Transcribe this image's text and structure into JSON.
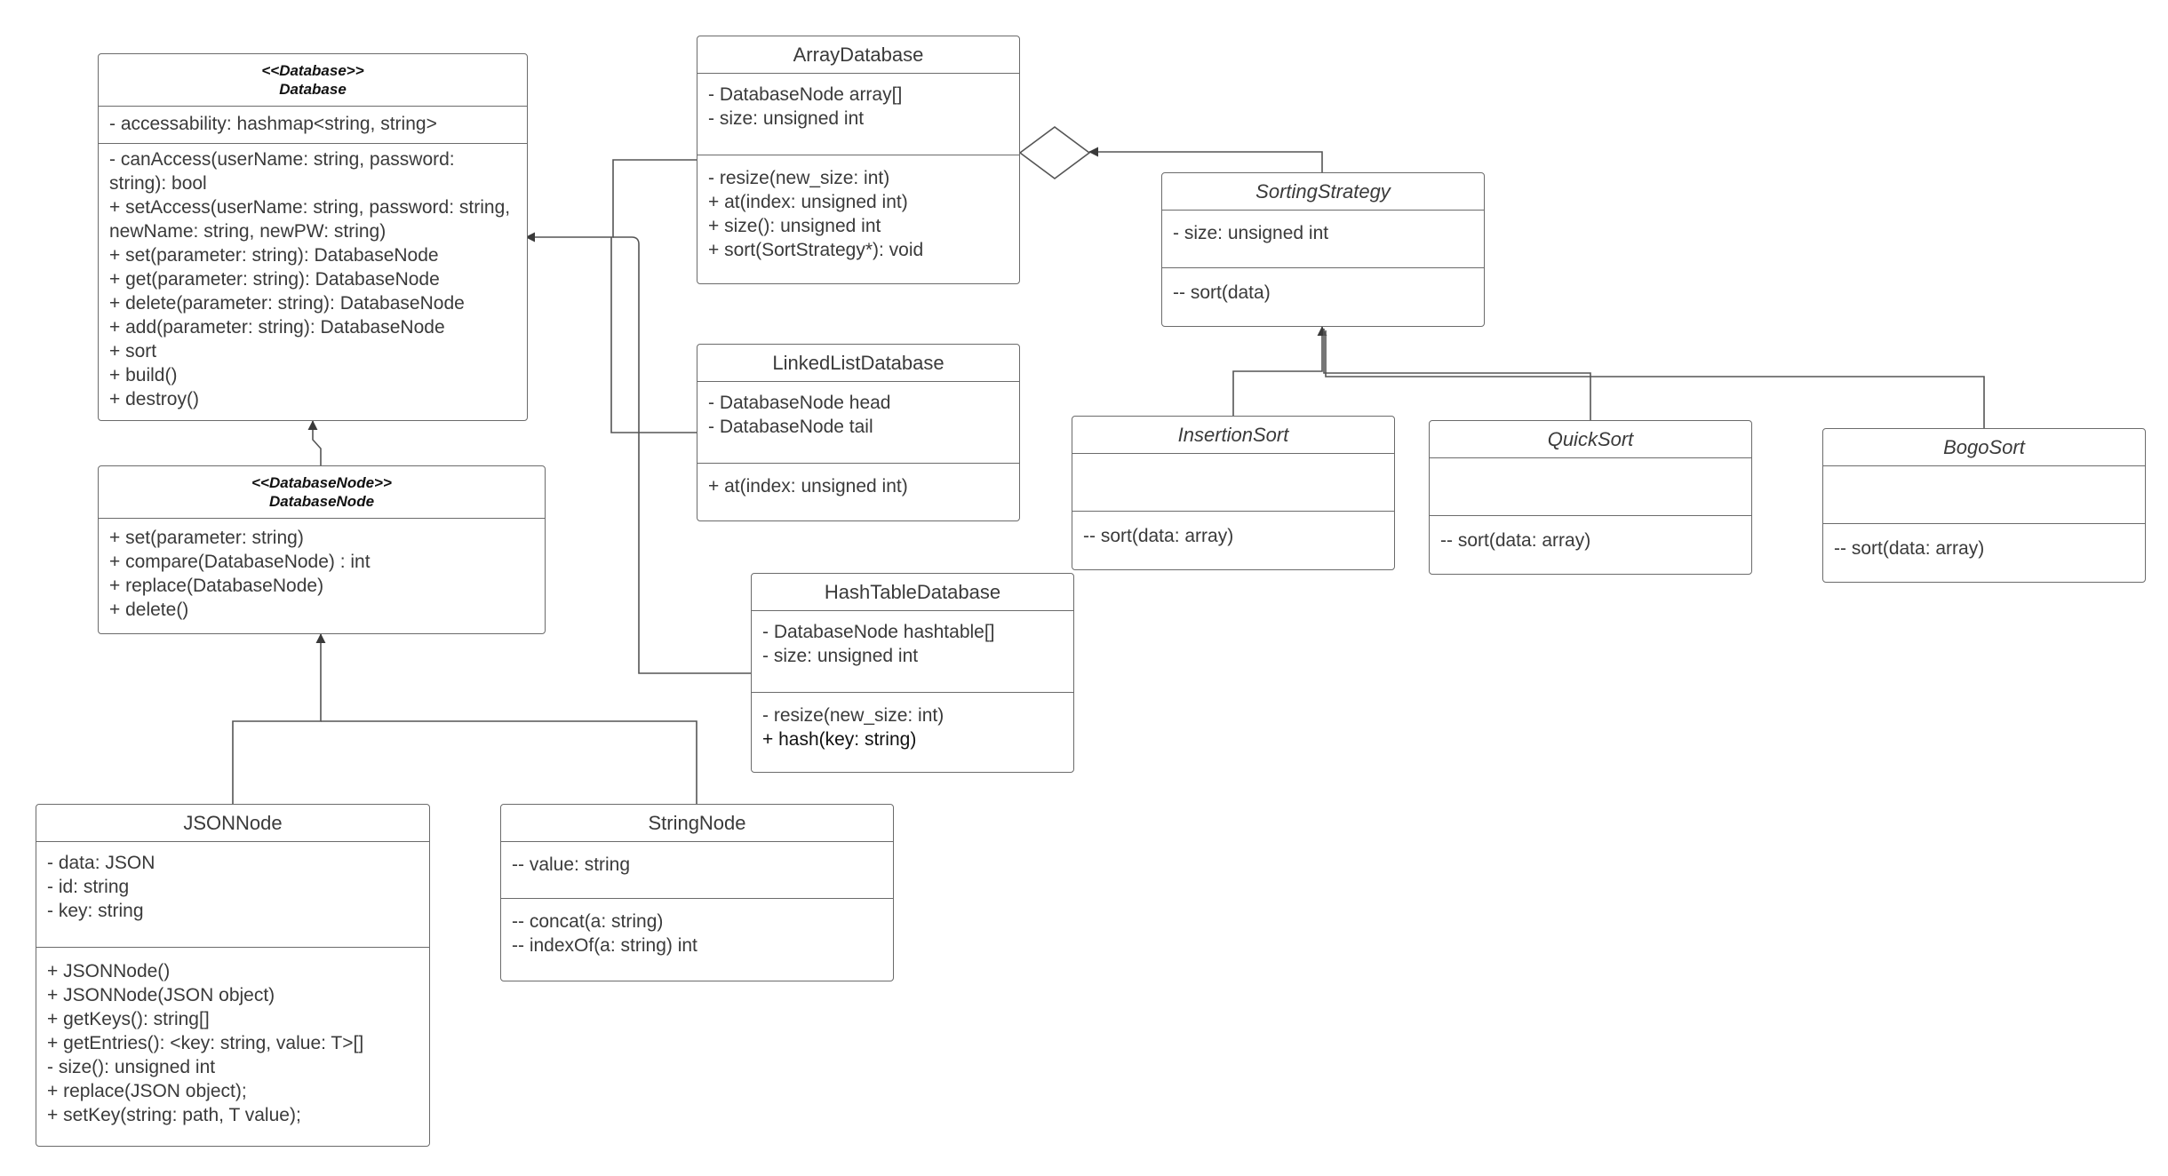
{
  "classes": {
    "database": {
      "stereotype": "<<Database>>",
      "name": "Database",
      "attributes": [
        "-  accessability: hashmap<string, string>"
      ],
      "methods": [
        "- canAccess(userName: string, password: string): bool",
        "+ setAccess(userName: string, password: string, newName: string, newPW: string)",
        "+ set(parameter: string): DatabaseNode",
        "+ get(parameter: string): DatabaseNode",
        "+ delete(parameter: string): DatabaseNode",
        "+ add(parameter: string): DatabaseNode",
        "+ sort",
        "+ build()",
        "+ destroy()"
      ]
    },
    "database_node": {
      "stereotype": "<<DatabaseNode>>",
      "name": "DatabaseNode",
      "methods": [
        "+ set(parameter: string)",
        "+ compare(DatabaseNode) : int",
        "+ replace(DatabaseNode)",
        "+ delete()"
      ]
    },
    "json_node": {
      "name": "JSONNode",
      "attributes": [
        "- data: JSON",
        "- id: string",
        "- key: string"
      ],
      "methods": [
        "+ JSONNode()",
        "+ JSONNode(JSON object)",
        "+ getKeys(): string[]",
        "+ getEntries(): <key: string, value: T>[]",
        "- size(): unsigned int",
        "+ replace(JSON object);",
        "+ setKey(string: path, T value);"
      ]
    },
    "string_node": {
      "name": "StringNode",
      "attributes": [
        "-- value: string"
      ],
      "methods": [
        "-- concat(a: string)",
        "-- indexOf(a: string) int"
      ]
    },
    "array_database": {
      "name": "ArrayDatabase",
      "attributes": [
        "- DatabaseNode array[]",
        "- size: unsigned int"
      ],
      "methods": [
        "- resize(new_size: int)",
        "+ at(index: unsigned int)",
        "+ size(): unsigned int",
        "+ sort(SortStrategy*): void"
      ]
    },
    "linked_list_database": {
      "name": "LinkedListDatabase",
      "attributes": [
        "- DatabaseNode head",
        "- DatabaseNode tail"
      ],
      "methods": [
        "+ at(index: unsigned int)"
      ]
    },
    "hash_table_database": {
      "name": "HashTableDatabase",
      "attributes": [
        "- DatabaseNode hashtable[]",
        "- size: unsigned int"
      ],
      "methods": [
        "- resize(new_size: int)",
        "+ hash(key: string)"
      ]
    },
    "sorting_strategy": {
      "name": "SortingStrategy",
      "attributes": [
        "- size: unsigned int"
      ],
      "methods": [
        "-- sort(data)"
      ]
    },
    "insertion_sort": {
      "name": "InsertionSort",
      "methods": [
        "-- sort(data: array)"
      ]
    },
    "quick_sort": {
      "name": "QuickSort",
      "methods": [
        "-- sort(data: array)"
      ]
    },
    "bogo_sort": {
      "name": "BogoSort",
      "methods": [
        "-- sort(data: array)"
      ]
    }
  },
  "colors": {
    "border": "#6b6b6b",
    "text": "#3a3a3a",
    "connector": "#555555"
  }
}
